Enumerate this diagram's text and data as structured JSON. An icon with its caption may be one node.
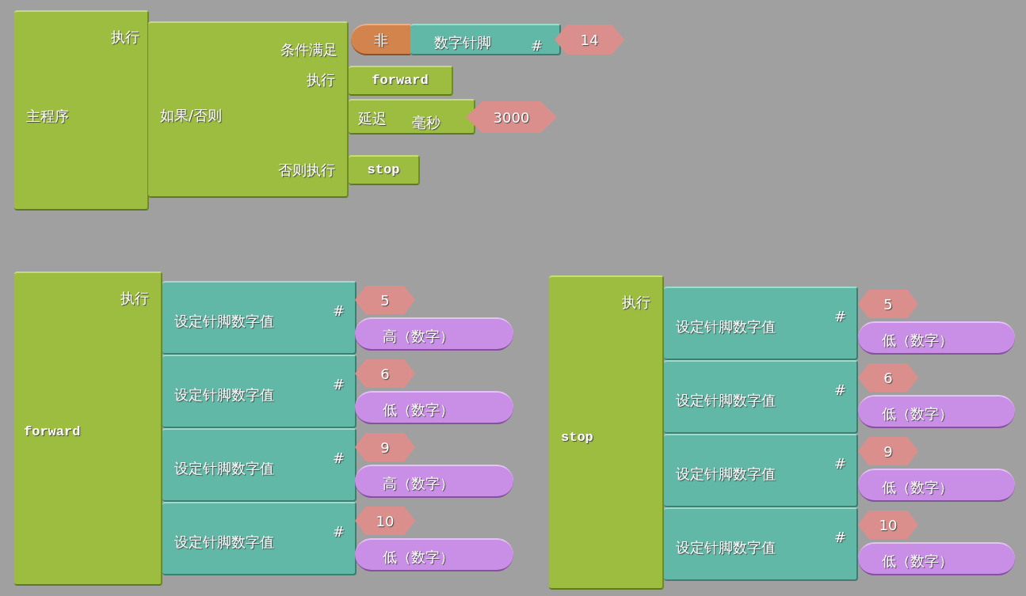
{
  "diagram": {
    "nodes": [
      {
        "text": [
          "主程序",
          "执行"
        ]
      },
      {
        "text": [
          "如果/否则",
          "条件满足",
          "执行",
          "否则执行"
        ]
      },
      {
        "text": [
          "非"
        ]
      },
      {
        "text": [
          "数字针脚",
          "#"
        ]
      },
      {
        "text": [
          "14"
        ]
      },
      {
        "text": [
          "forward"
        ]
      },
      {
        "text": [
          "延迟",
          "毫秒"
        ]
      },
      {
        "text": [
          "3000"
        ]
      },
      {
        "text": [
          "stop"
        ]
      },
      {
        "text": [
          "forward",
          "执行"
        ]
      },
      {
        "text": [
          "设定针脚数字值",
          "#"
        ]
      },
      {
        "text": [
          "5"
        ]
      },
      {
        "text": [
          "高（数字）"
        ]
      },
      {
        "text": [
          "设定针脚数字值",
          "#"
        ]
      },
      {
        "text": [
          "6"
        ]
      },
      {
        "text": [
          "低（数字）"
        ]
      },
      {
        "text": [
          "设定针脚数字值",
          "#"
        ]
      },
      {
        "text": [
          "9"
        ]
      },
      {
        "text": [
          "高（数字）"
        ]
      },
      {
        "text": [
          "设定针脚数字值",
          "#"
        ]
      },
      {
        "text": [
          "10"
        ]
      },
      {
        "text": [
          "低（数字）"
        ]
      },
      {
        "text": [
          "stop",
          "执行"
        ]
      },
      {
        "text": [
          "设定针脚数字值",
          "#"
        ]
      },
      {
        "text": [
          "5"
        ]
      },
      {
        "text": [
          "低（数字）"
        ]
      },
      {
        "text": [
          "设定针脚数字值",
          "#"
        ]
      },
      {
        "text": [
          "6"
        ]
      },
      {
        "text": [
          "低（数字）"
        ]
      },
      {
        "text": [
          "设定针脚数字值",
          "#"
        ]
      },
      {
        "text": [
          "9"
        ]
      },
      {
        "text": [
          "低（数字）"
        ]
      },
      {
        "text": [
          "设定针脚数字值",
          "#"
        ]
      },
      {
        "text": [
          "10"
        ]
      },
      {
        "text": [
          "低（数字）"
        ]
      }
    ]
  }
}
